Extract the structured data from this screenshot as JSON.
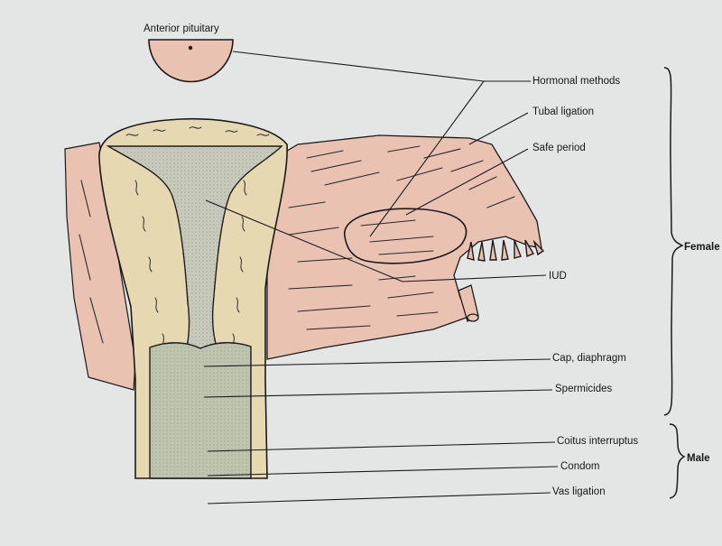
{
  "diagram": {
    "top_label": "Anterior pituitary",
    "methods": [
      {
        "id": "hormonal",
        "label": "Hormonal methods"
      },
      {
        "id": "tubal",
        "label": "Tubal ligation"
      },
      {
        "id": "safe",
        "label": "Safe period"
      },
      {
        "id": "iud",
        "label": "IUD"
      },
      {
        "id": "cap",
        "label": "Cap, diaphragm"
      },
      {
        "id": "spermicides",
        "label": "Spermicides"
      },
      {
        "id": "coitus",
        "label": "Coitus interruptus"
      },
      {
        "id": "condom",
        "label": "Condom"
      },
      {
        "id": "vas",
        "label": "Vas ligation"
      }
    ],
    "groups": [
      {
        "id": "female",
        "label": "Female"
      },
      {
        "id": "male",
        "label": "Male"
      }
    ]
  },
  "colors": {
    "background": "#e4e6e5",
    "tissue": "#e9c2b2",
    "wall": "#e6d9b2",
    "cavity": "#c9cbbd",
    "vagina": "#c0c5b0",
    "ink": "#1a1a1a"
  }
}
